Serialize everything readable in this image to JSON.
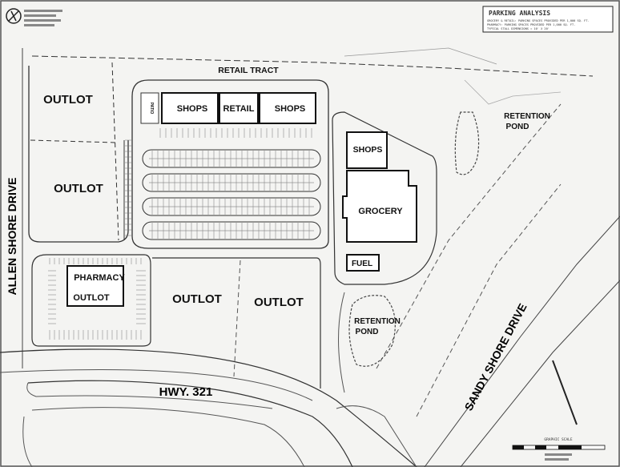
{
  "title_block": {
    "heading": "PARKING ANALYSIS",
    "lines": [
      "GROCERY & RETAIL: PARKING SPACES PROVIDED PER 1,000 SQ. FT.",
      "PHARMACY: PARKING SPACES PROVIDED PER 1,000 SQ. FT.",
      "TYPICAL STALL DIMENSIONS = 10' X 20'"
    ]
  },
  "labels": {
    "retail_tract": "RETAIL TRACT",
    "outlot_nw": "OUTLOT",
    "outlot_w": "OUTLOT",
    "patio": "PATIO",
    "shops_1": "SHOPS",
    "retail": "RETAIL",
    "shops_2": "SHOPS",
    "shops_3": "SHOPS",
    "grocery": "GROCERY",
    "fuel": "FUEL",
    "pharmacy": "PHARMACY",
    "pharmacy_outlot": "OUTLOT",
    "outlot_s1": "OUTLOT",
    "outlot_s2": "OUTLOT",
    "retention_pond_ne": [
      "RETENTION",
      "POND"
    ],
    "retention_pond_s": [
      "RETENTION",
      "POND"
    ]
  },
  "roads": {
    "allen_shore": "ALLEN SHORE DRIVE",
    "hwy_321": "HWY. 321",
    "sandy_shore": "SANDY SHORE DRIVE"
  },
  "scale": {
    "title": "GRAPHIC SCALE"
  },
  "colors": {
    "paper": "#f4f4f2",
    "ink": "#111111",
    "line": "#333333",
    "building": "#ffffff"
  }
}
